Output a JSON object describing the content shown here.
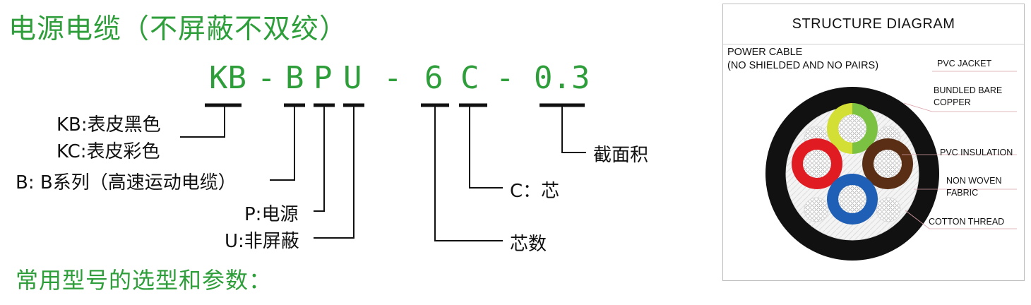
{
  "title": "电源电缆（不屏蔽不双绞）",
  "model_code": {
    "kb": "KB",
    "dash1": "-",
    "b": "B",
    "p": "P",
    "u": "U",
    "dash2": "-",
    "six": "6",
    "c": "C",
    "dash3": "-",
    "csa": "0.3"
  },
  "labels": {
    "kb": "KB:表皮黑色",
    "kc": "KC:表皮彩色",
    "b_series": "B: B系列（高速运动电缆）",
    "p_power": "P:电源",
    "u_unshielded": "U:非屏蔽",
    "cross_section": "截面积",
    "c_core": "C：芯",
    "core_count": "芯数"
  },
  "subtitle": "常用型号的选型和参数：",
  "structure_diagram": {
    "title": "STRUCTURE  DIAGRAM",
    "cable_type_line1": "POWER CABLE",
    "cable_type_line2": "(NO SHIELDED AND NO PAIRS)",
    "parts": {
      "pvc_jacket": "PVC JACKET",
      "bundled_bare_copper_1": "BUNDLED BARE",
      "bundled_bare_copper_2": "COPPER",
      "pvc_insulation": "PVC INSULATION",
      "non_woven_1": "NON WOVEN",
      "non_woven_2": "FABRIC",
      "cotton_thread": "COTTON THREAD"
    },
    "core_colors": [
      "#c8d832",
      "#7cc242",
      "#e01b22",
      "#5a2e14",
      "#1f5fb5"
    ],
    "jacket_color": "#111111"
  },
  "colors": {
    "accent_green": "#2e9e3a"
  }
}
